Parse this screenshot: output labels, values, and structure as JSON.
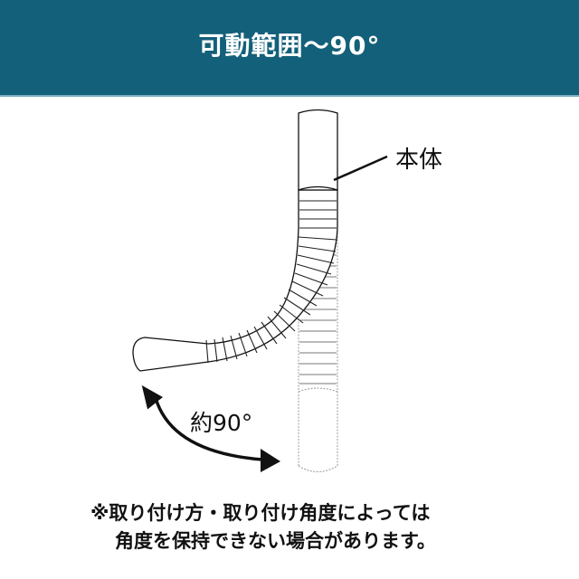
{
  "header": {
    "title": "可動範囲〜90°",
    "background_color": "#13607a"
  },
  "diagram": {
    "body_label": "本体",
    "angle_label": "約90°",
    "icons": [
      "double-headed-curved-arrow-icon",
      "leader-line"
    ]
  },
  "note": {
    "line1": "※取り付け方・取り付け角度によっては",
    "line2": "角度を保持できない場合があります。"
  }
}
